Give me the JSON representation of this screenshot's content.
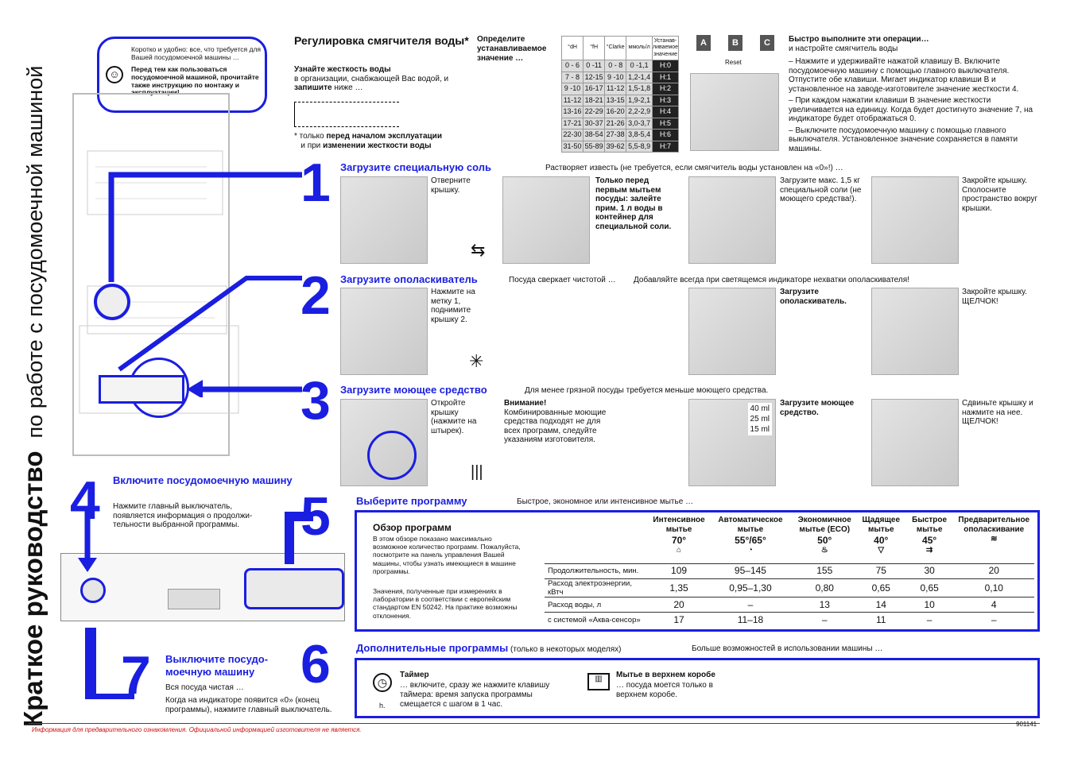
{
  "title": {
    "main": "Краткое руководство",
    "sub": "по работе с посудомоечной машиной"
  },
  "intro": {
    "line1": "Коротко и удобно: все, что требуется для Вашей посудомоечной машины …",
    "bold": "Перед тем как пользоваться посудомоечной машиной, прочитайте также инструкцию по монтажу и эксплуатации!"
  },
  "softener": {
    "title": "Регулировка смягчителя воды*",
    "p1_bold": "Узнайте жесткость воды",
    "p1_rest": "в организации, снабжающей Вас водой, и",
    "p1_write": "запишите",
    "p1_end": "ниже …",
    "footnote_1": "* только",
    "footnote_bold1": "перед началом эксплуатации",
    "footnote_2": "и при",
    "footnote_bold2": "изменении жесткости воды",
    "determine": "Определите устанавливаемое значение …",
    "headers": [
      "°dH",
      "°fH",
      "°Clarke",
      "ммоль/л",
      "Устанав-ливаемое значение"
    ],
    "rows": [
      [
        "0 - 6",
        "0 -11",
        "0 - 8",
        "0 -1,1",
        "H:0"
      ],
      [
        "7 - 8",
        "12-15",
        "9 -10",
        "1,2-1,4",
        "H:1"
      ],
      [
        "9 -10",
        "16-17",
        "11-12",
        "1,5-1,8",
        "H:2"
      ],
      [
        "11-12",
        "18-21",
        "13-15",
        "1,9-2,1",
        "H:3"
      ],
      [
        "13-16",
        "22-29",
        "16-20",
        "2,2-2,9",
        "H:4"
      ],
      [
        "17-21",
        "30-37",
        "21-26",
        "3,0-3,7",
        "H:5"
      ],
      [
        "22-30",
        "38-54",
        "27-38",
        "3,8-5,4",
        "H:6"
      ],
      [
        "31-50",
        "55-89",
        "39-62",
        "5,5-8,9",
        "H:7"
      ]
    ],
    "keys": [
      "A",
      "B",
      "C"
    ],
    "reset": "Reset",
    "steps_title": "Быстро выполните эти операции…",
    "steps_sub": "и настройте смягчитель воды",
    "steps": [
      "Нажмите и удерживайте нажатой клавишу B. Включите посудомоечную машину с помощью главного выключателя. Отпустите обе клавиши. Мигает индикатор клавиши B и установленное на заводе-изготовителе значение жесткости 4.",
      "При каждом нажатии клавиши B значение жесткости увеличивается на единицу. Когда будет достигнуто значение 7, на индикаторе будет отображаться 0.",
      "Выключите посудомоечную машину с помощью главного выключателя. Установленное значение сохраняется в памяти машины."
    ]
  },
  "step1": {
    "num": "1",
    "title": "Загрузите специальную соль",
    "note": "Растворяет известь (не требуется, если смягчитель воды установлен на «0»!) …",
    "c1": "Отверните крышку.",
    "c2": "Только перед первым мытьем посуды: залейте прим. 1 л воды в контейнер для специальной соли.",
    "c3": "Загрузите макс. 1,5 кг специальной соли (не моющего средства!).",
    "c4": "Закройте крышку. Сполосните пространство вокруг крышки."
  },
  "step2": {
    "num": "2",
    "title": "Загрузите ополаскиватель",
    "note1": "Посуда сверкает чистотой …",
    "note2": "Добавляйте всегда при светящемся индикаторе нехватки ополаскивателя!",
    "c1": "Нажмите на метку 1, поднимите крышку 2.",
    "c3": "Загрузите ополаскиватель.",
    "c4": "Закройте крышку. ЩЕЛЧОК!"
  },
  "step3": {
    "num": "3",
    "title": "Загрузите моющее средство",
    "note": "Для менее грязной посуды требуется меньше моющего средства.",
    "c1": "Откройте крышку (нажмите на штырек).",
    "c2_bold": "Внимание!",
    "c2": "Комбинированные моющие средства подходят не для всех программ, следуйте указаниям изготовителя.",
    "ml": [
      "40 ml",
      "25 ml",
      "15 ml"
    ],
    "c3": "Загрузите моющее средство.",
    "c4": "Сдвиньте крышку и нажмите на нее. ЩЕЛЧОК!"
  },
  "step4": {
    "num": "4",
    "title": "Включите посудомоечную машину",
    "text": "Нажмите главный выключатель, появляется информация о продолжи-тельности выбранной программы."
  },
  "step5": {
    "num": "5",
    "title": "Выберите программу",
    "note": "Быстрое, экономное или интенсивное мытье …",
    "overview_title": "Обзор программ",
    "overview_text1": "В этом обзоре показано максимально возможное количество программ. Пожалуйста, посмотрите на панель управления Вашей машины, чтобы узнать имеющиеся в машине программы.",
    "overview_text2": "Значения, полученные при измерениях в лаборатории в соответствии с европейским стандартом EN 50242. На практике возможны отклонения.",
    "programs": [
      {
        "name": "Интенсивное мытье",
        "temp": "70°"
      },
      {
        "name": "Автоматическое мытье",
        "temp": "55°/65°"
      },
      {
        "name": "Экономичное мытье (ECO)",
        "temp": "50°"
      },
      {
        "name": "Щадящее мытье",
        "temp": "40°"
      },
      {
        "name": "Быстрое мытье",
        "temp": "45°"
      },
      {
        "name": "Предварительное ополаскивание",
        "temp": ""
      }
    ],
    "rows": [
      {
        "label": "Продолжительность, мин.",
        "values": [
          "109",
          "95–145",
          "155",
          "75",
          "30",
          "20"
        ]
      },
      {
        "label": "Расход электроэнергии, кВтч",
        "values": [
          "1,35",
          "0,95–1,30",
          "0,80",
          "0,65",
          "0,65",
          "0,10"
        ]
      },
      {
        "label": "Расход воды, л",
        "values": [
          "20",
          "–",
          "13",
          "14",
          "10",
          "4"
        ]
      },
      {
        "label": "с системой «Аква-сенсор»",
        "values": [
          "17",
          "11–18",
          "–",
          "11",
          "–",
          "–"
        ]
      }
    ]
  },
  "step6": {
    "num": "6",
    "title": "Дополнительные программы",
    "title_note": "(только в некоторых моделях)",
    "note": "Больше возможностей в использовании машины …",
    "timer_title": "Таймер",
    "timer_text": "… включите, сразу же нажмите клавишу таймера: время запуска программы смещается с шагом в 1 час.",
    "timer_h": "h.",
    "upper_title": "Мытье в верхнем коробе",
    "upper_text": "… посуда моется только в верхнем коробе."
  },
  "step7": {
    "num": "7",
    "title": "Выключите посудо-моечную машину",
    "t1": "Вся посуда чистая …",
    "t2": "Когда на индикаторе появится «0» (конец программы), нажмите главный выключатель."
  },
  "footer": {
    "disclaimer": "Информация для предварительного ознакомления. Официальной информацией изготовителя не является.",
    "code": "901141"
  },
  "colors": {
    "accent": "#1a1ee0",
    "disclaimer": "#d01010"
  }
}
